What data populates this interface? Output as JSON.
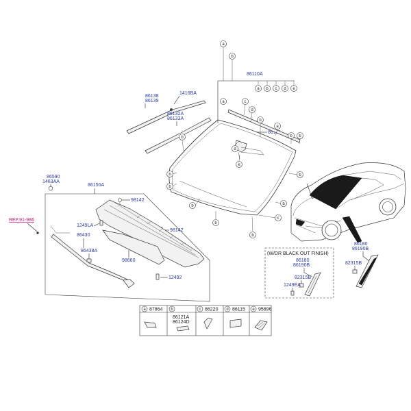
{
  "labels": {
    "glass_assy": "86110A",
    "moulding_upper_1": "86138",
    "moulding_upper_2": "86139",
    "clip_1416": "1416BA",
    "moulding_side_1": "86132A",
    "moulding_side_2": "86133A",
    "moulding_top": "86131",
    "cowl_bolt_1": "86590",
    "cowl_bolt_2": "1463AA",
    "cowl_assy": "86150A",
    "screw_98142_top": "98142",
    "screw_98142_mid": "98142",
    "bolt_1249": "1249LA",
    "ref": "REF.91-986",
    "seal_86430": "86430",
    "clip_86438": "86438A",
    "seal_98660": "98660",
    "bolt_12492": "12492",
    "garnish_1": "86180",
    "garnish_2": "86190B",
    "clip_82315_right": "82315B",
    "blackout_title": "(W/DR BLACK OUT FINISH)",
    "bo_garnish_1": "86180",
    "bo_garnish_2": "86190B",
    "bo_clip_82315": "82315B",
    "bo_bolt_1249": "1249EA"
  },
  "letters": [
    "a",
    "b",
    "c",
    "d",
    "e"
  ],
  "legend": [
    {
      "letter": "a",
      "part": "87864"
    },
    {
      "letter": "b",
      "part": "86121A",
      "part2": "86124D"
    },
    {
      "letter": "c",
      "part": "86220"
    },
    {
      "letter": "d",
      "part": "86115"
    },
    {
      "letter": "e",
      "part": "95896"
    }
  ]
}
